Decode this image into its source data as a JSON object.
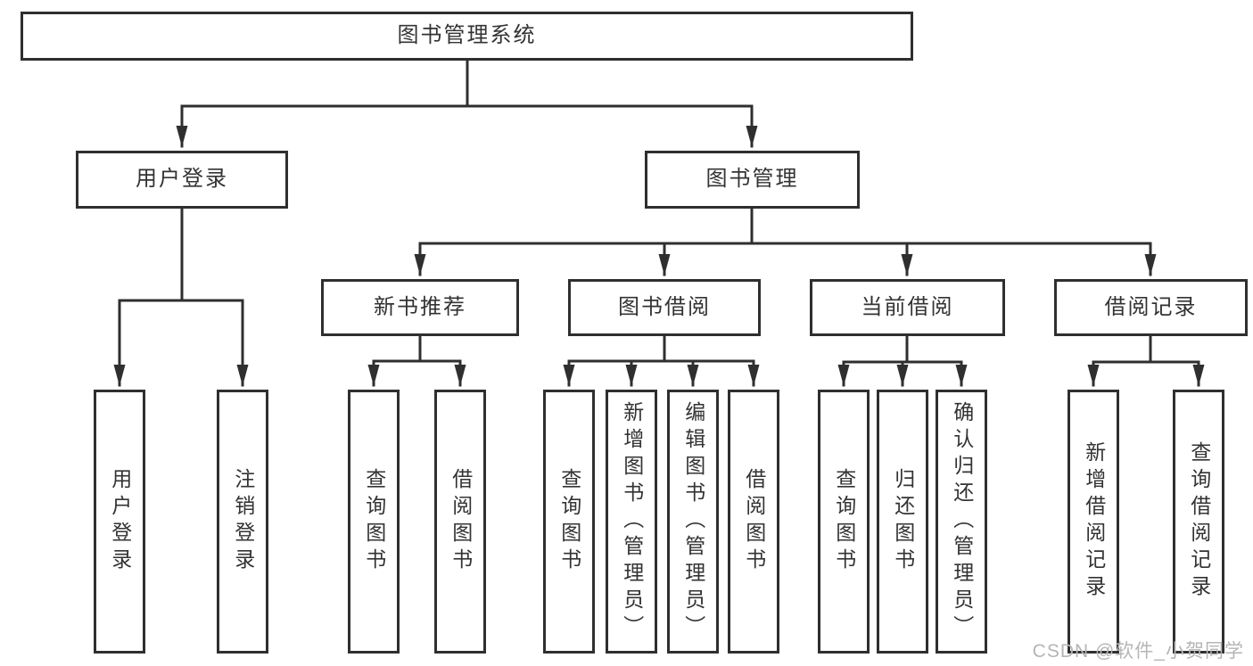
{
  "colors": {
    "line": "#2f2f2f",
    "text": "#333333",
    "background": "#ffffff",
    "watermark_text": "#b5b5b5"
  },
  "tree": {
    "root": {
      "label": "图书管理系统"
    },
    "branches": [
      {
        "label": "用户登录",
        "children": [
          {
            "label": "用户登录"
          },
          {
            "label": "注销登录"
          }
        ]
      },
      {
        "label": "图书管理",
        "children": [
          {
            "label": "新书推荐",
            "children": [
              {
                "label": "查询图书"
              },
              {
                "label": "借阅图书"
              }
            ]
          },
          {
            "label": "图书借阅",
            "children": [
              {
                "label": "查询图书"
              },
              {
                "label": "新增图书（管理员）"
              },
              {
                "label": "编辑图书（管理员）"
              },
              {
                "label": "借阅图书"
              }
            ]
          },
          {
            "label": "当前借阅",
            "children": [
              {
                "label": "查询图书"
              },
              {
                "label": "归还图书"
              },
              {
                "label": "确认归还（管理员）"
              }
            ]
          },
          {
            "label": "借阅记录",
            "children": [
              {
                "label": "新增借阅记录"
              },
              {
                "label": "查询借阅记录"
              }
            ]
          }
        ]
      }
    ]
  },
  "watermark": {
    "text": "CSDN @软件_小贺同学"
  }
}
